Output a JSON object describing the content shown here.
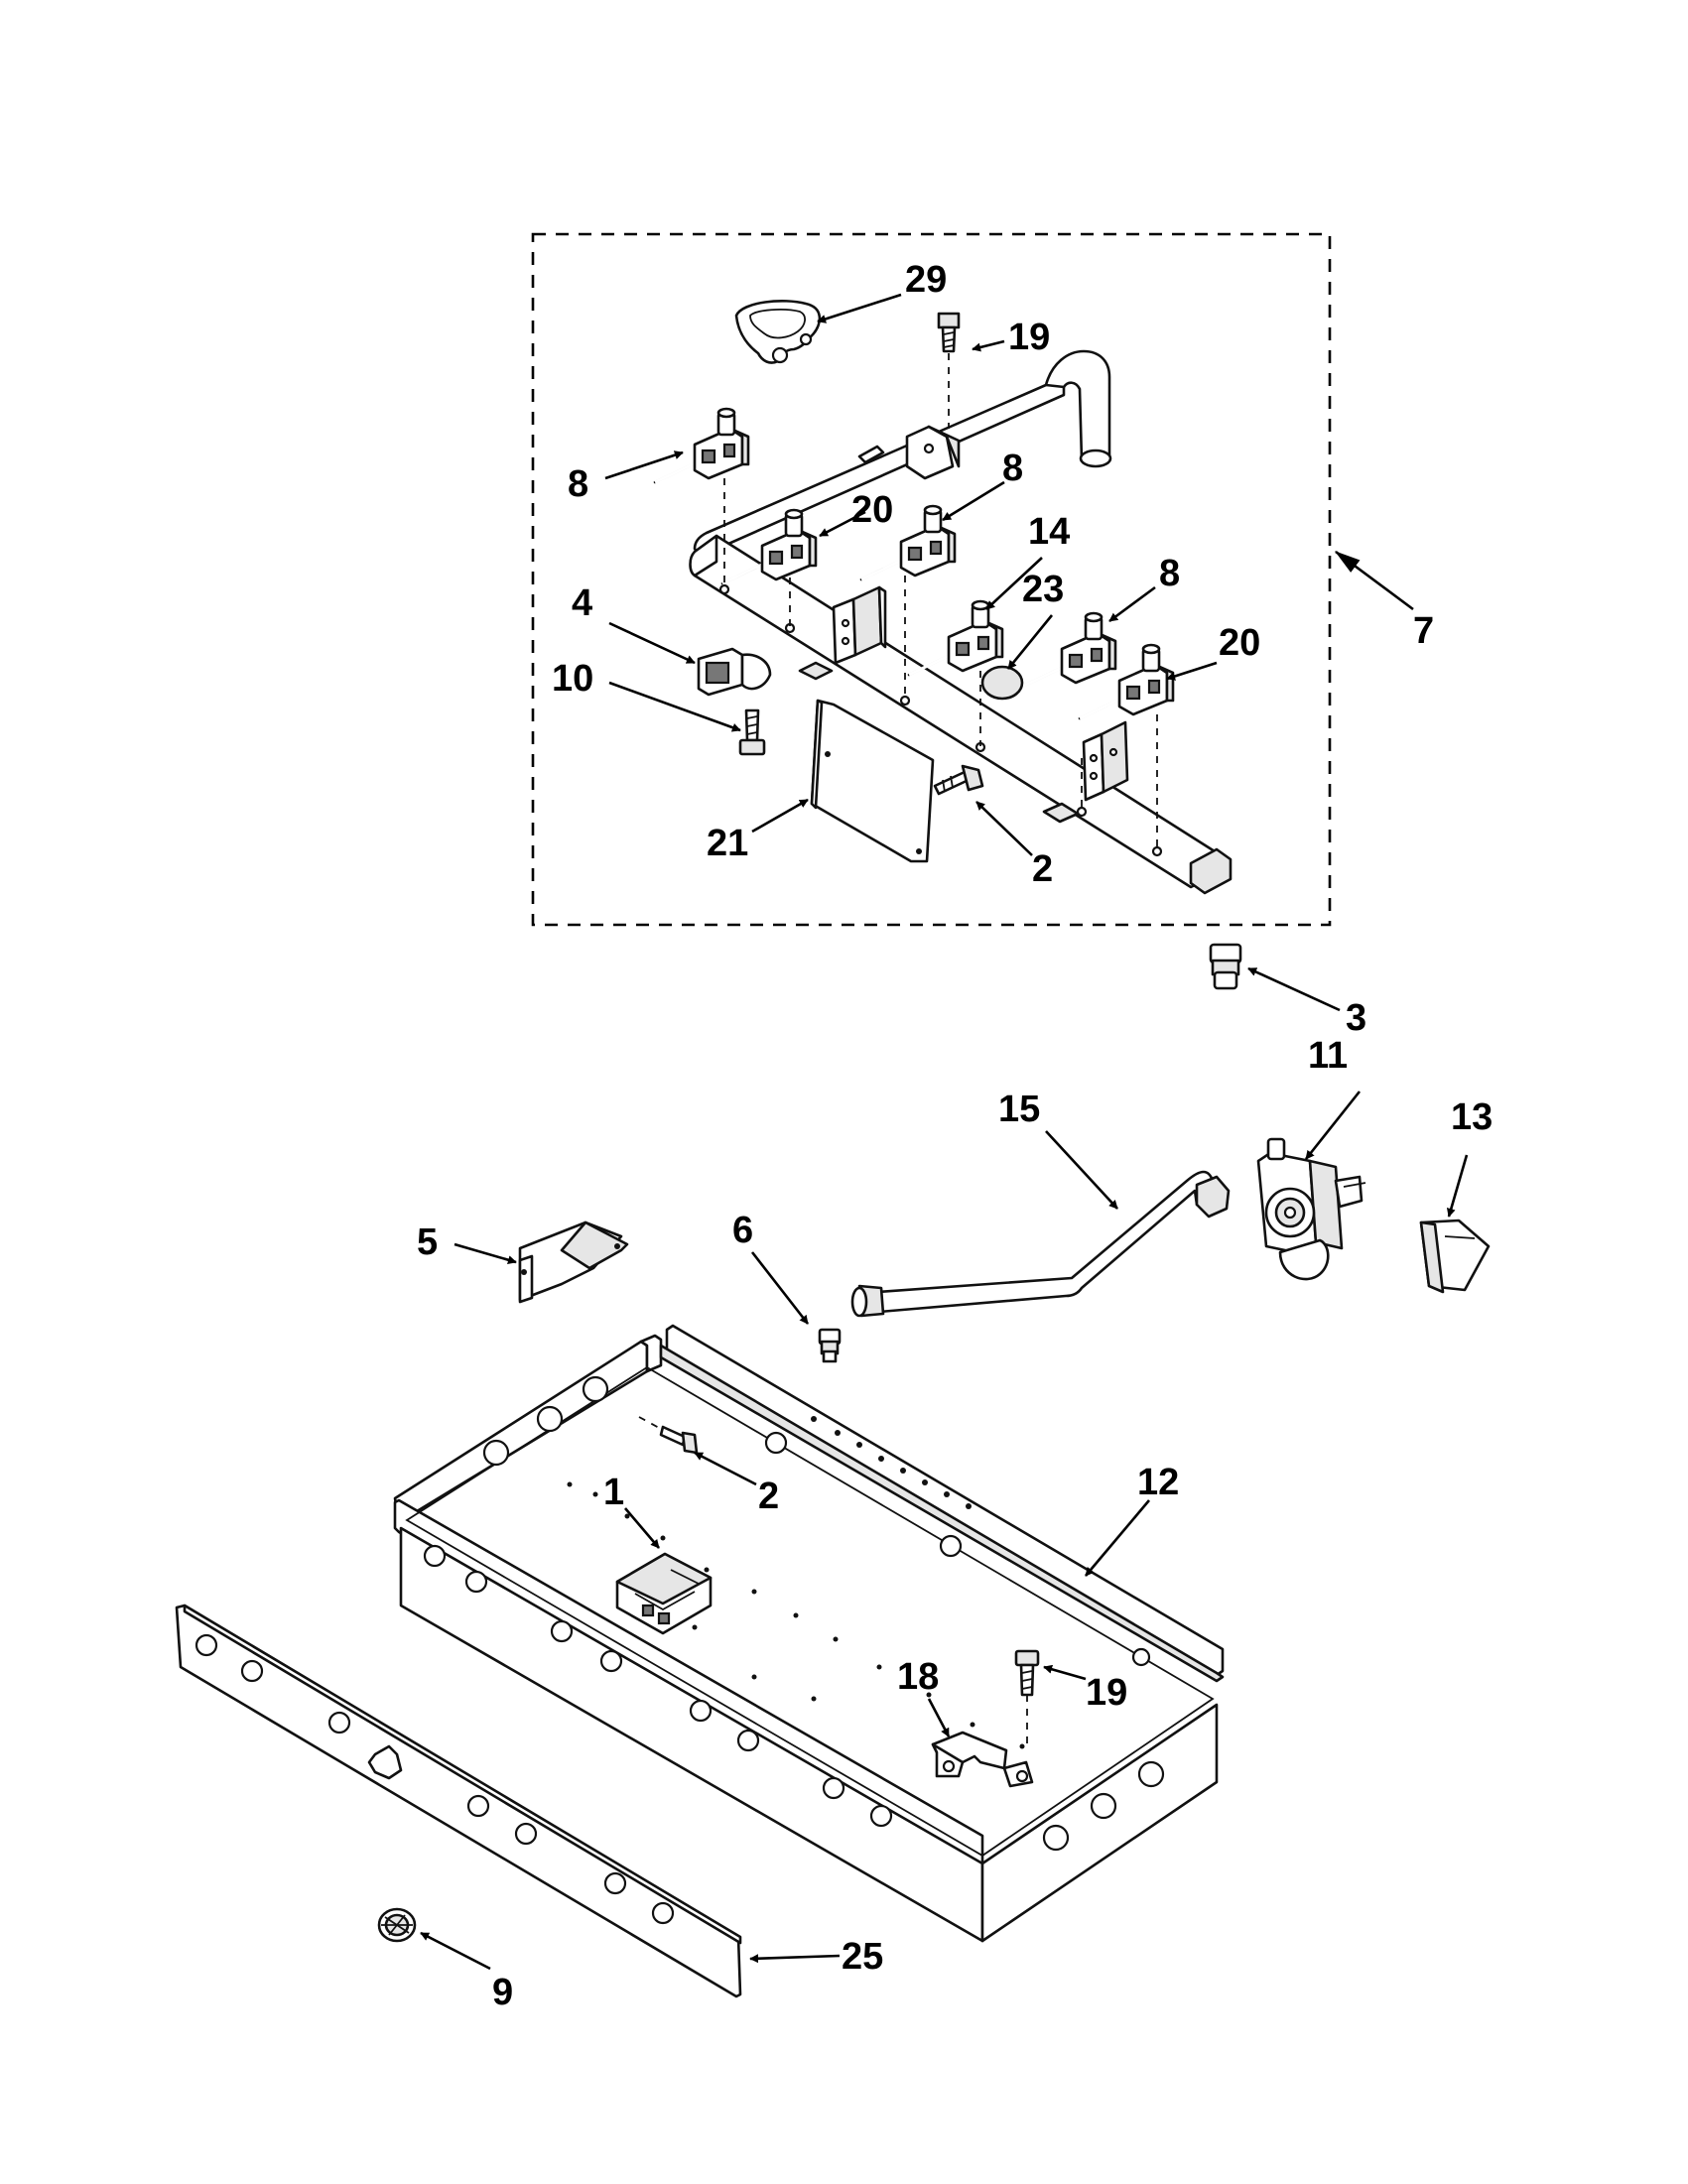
{
  "diagram": {
    "callouts": [
      {
        "id": "c29",
        "label": "29"
      },
      {
        "id": "c19a",
        "label": "19"
      },
      {
        "id": "c8a",
        "label": "8"
      },
      {
        "id": "c8b",
        "label": "8"
      },
      {
        "id": "c20a",
        "label": "20"
      },
      {
        "id": "c14",
        "label": "14"
      },
      {
        "id": "c23",
        "label": "23"
      },
      {
        "id": "c8c",
        "label": "8"
      },
      {
        "id": "c20b",
        "label": "20"
      },
      {
        "id": "c7",
        "label": "7"
      },
      {
        "id": "c4",
        "label": "4"
      },
      {
        "id": "c10",
        "label": "10"
      },
      {
        "id": "c21",
        "label": "21"
      },
      {
        "id": "c2a",
        "label": "2"
      },
      {
        "id": "c3",
        "label": "3"
      },
      {
        "id": "c11",
        "label": "11"
      },
      {
        "id": "c13",
        "label": "13"
      },
      {
        "id": "c15",
        "label": "15"
      },
      {
        "id": "c5",
        "label": "5"
      },
      {
        "id": "c6",
        "label": "6"
      },
      {
        "id": "c2b",
        "label": "2"
      },
      {
        "id": "c1",
        "label": "1"
      },
      {
        "id": "c12",
        "label": "12"
      },
      {
        "id": "c18",
        "label": "18"
      },
      {
        "id": "c19b",
        "label": "19"
      },
      {
        "id": "c25",
        "label": "25"
      },
      {
        "id": "c9",
        "label": "9"
      }
    ]
  }
}
